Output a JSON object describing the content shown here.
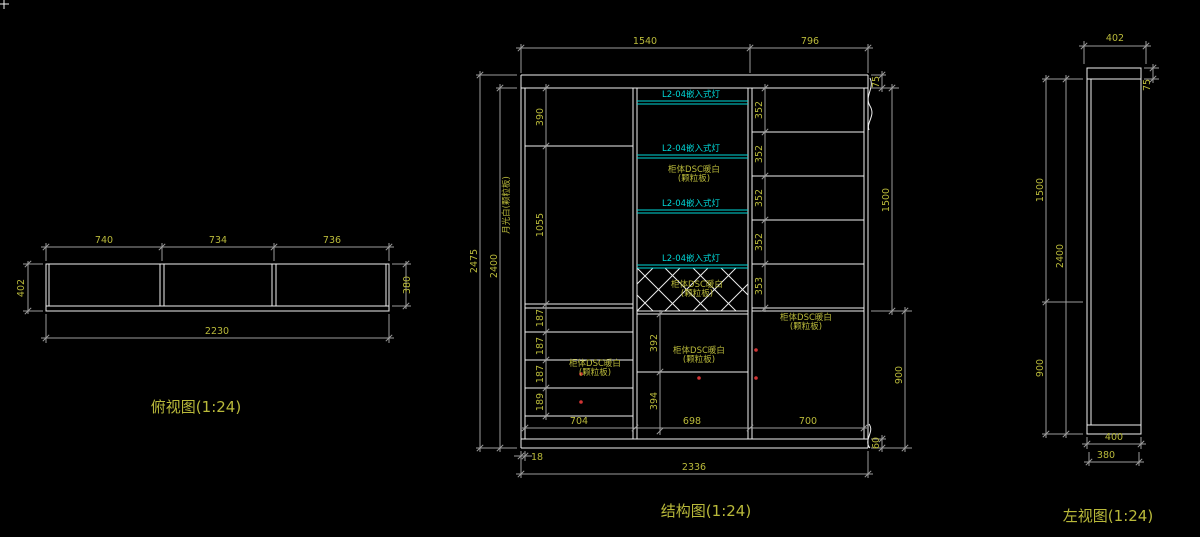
{
  "colors": {
    "background": "#000000",
    "object_lines": "#efefef",
    "dimension_lines": "#9d9d9d",
    "dimension_text": "#b9b93a",
    "light_lines": "#00d8d8",
    "knob_marks": "#d23434"
  },
  "top_view": {
    "title": "俯视图(1:24)",
    "seg_dims": [
      "740",
      "734",
      "736"
    ],
    "total_width": "2230",
    "depth_left": "402",
    "depth_right": "380"
  },
  "structure_view": {
    "title": "结构图(1:24)",
    "top_dims": [
      "1540",
      "796"
    ],
    "height_total": "2475",
    "height_inner": "2400",
    "left_rows": [
      "390",
      "1055",
      "187",
      "187",
      "187",
      "189"
    ],
    "right_rows": [
      "352",
      "352",
      "352",
      "352",
      "353"
    ],
    "mid_rows": [
      "392",
      "394"
    ],
    "bottom_widths": [
      "704",
      "698",
      "700"
    ],
    "bottom_total": "2336",
    "panel_thickness": "18",
    "top_board": "75",
    "right_upper": "1500",
    "right_lower": "900",
    "base_height": "60",
    "side_material": "月光白(颗粒板)",
    "light_label": "L2-04嵌入式灯",
    "body_material_l1": "柜体DSC暖白",
    "body_material_l2": "(颗粒板)"
  },
  "left_view": {
    "title": "左视图(1:24)",
    "width_top": "402",
    "top_board": "75",
    "upper": "1500",
    "total": "2400",
    "lower": "900",
    "width_bottom_a": "400",
    "width_bottom_b": "380"
  }
}
